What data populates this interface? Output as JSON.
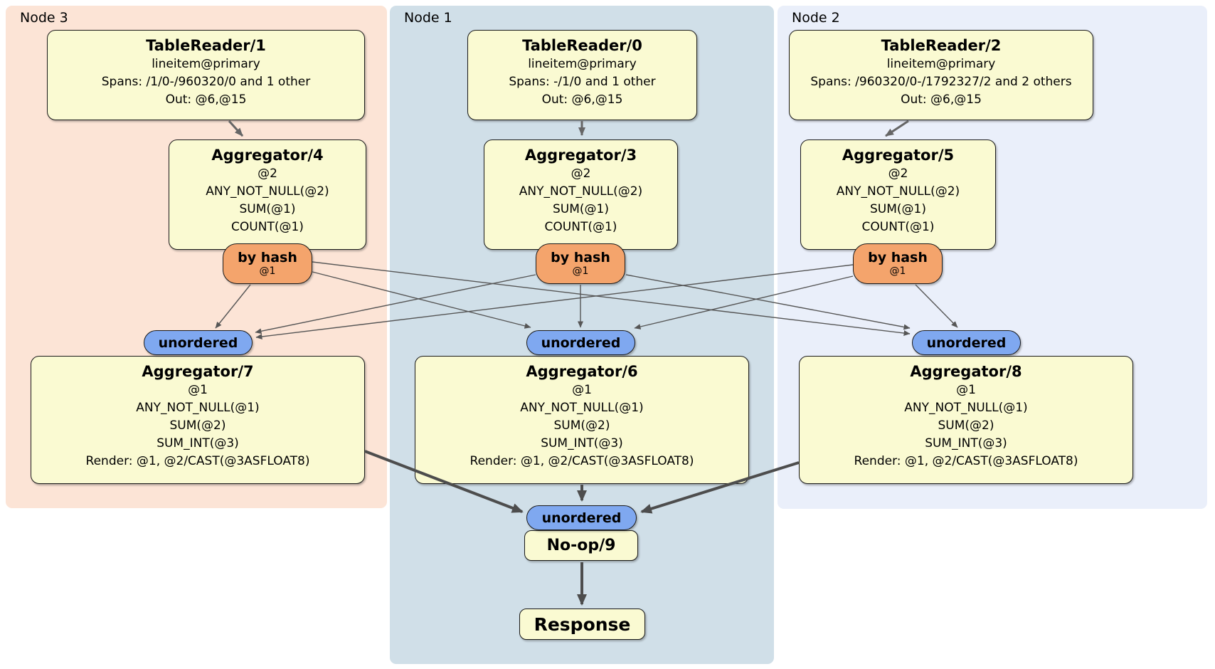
{
  "colors": {
    "node3-bg": "#fce4d6",
    "node1-bg": "#d0dfe8",
    "node2-bg": "#eaeffa",
    "box-fill": "#fafad2",
    "router-fill": "#f4a46c",
    "sync-fill": "#7fa8f0"
  },
  "regions": {
    "node3": {
      "label": "Node 3"
    },
    "node1": {
      "label": "Node 1"
    },
    "node2": {
      "label": "Node 2"
    }
  },
  "processors": {
    "tr1": {
      "title": "TableReader/1",
      "lines": [
        "lineitem@primary",
        "Spans: /1/0-/960320/0 and 1 other",
        "Out: @6,@15"
      ]
    },
    "tr0": {
      "title": "TableReader/0",
      "lines": [
        "lineitem@primary",
        "Spans: -/1/0 and 1 other",
        "Out: @6,@15"
      ]
    },
    "tr2": {
      "title": "TableReader/2",
      "lines": [
        "lineitem@primary",
        "Spans: /960320/0-/1792327/2 and 2 others",
        "Out: @6,@15"
      ]
    },
    "agg4": {
      "title": "Aggregator/4",
      "lines": [
        "@2",
        "ANY_NOT_NULL(@2)",
        "SUM(@1)",
        "COUNT(@1)"
      ]
    },
    "agg3": {
      "title": "Aggregator/3",
      "lines": [
        "@2",
        "ANY_NOT_NULL(@2)",
        "SUM(@1)",
        "COUNT(@1)"
      ]
    },
    "agg5": {
      "title": "Aggregator/5",
      "lines": [
        "@2",
        "ANY_NOT_NULL(@2)",
        "SUM(@1)",
        "COUNT(@1)"
      ]
    },
    "agg7": {
      "title": "Aggregator/7",
      "lines": [
        "@1",
        "ANY_NOT_NULL(@1)",
        "SUM(@2)",
        "SUM_INT(@3)",
        "Render: @1, @2/CAST(@3ASFLOAT8)"
      ]
    },
    "agg6": {
      "title": "Aggregator/6",
      "lines": [
        "@1",
        "ANY_NOT_NULL(@1)",
        "SUM(@2)",
        "SUM_INT(@3)",
        "Render: @1, @2/CAST(@3ASFLOAT8)"
      ]
    },
    "agg8": {
      "title": "Aggregator/8",
      "lines": [
        "@1",
        "ANY_NOT_NULL(@1)",
        "SUM(@2)",
        "SUM_INT(@3)",
        "Render: @1, @2/CAST(@3ASFLOAT8)"
      ]
    },
    "noop": {
      "title": "No-op/9"
    },
    "response": {
      "title": "Response"
    }
  },
  "routers": [
    {
      "label": "by hash",
      "detail": "@1"
    },
    {
      "label": "by hash",
      "detail": "@1"
    },
    {
      "label": "by hash",
      "detail": "@1"
    }
  ],
  "syncs": [
    {
      "label": "unordered"
    },
    {
      "label": "unordered"
    },
    {
      "label": "unordered"
    },
    {
      "label": "unordered"
    }
  ]
}
